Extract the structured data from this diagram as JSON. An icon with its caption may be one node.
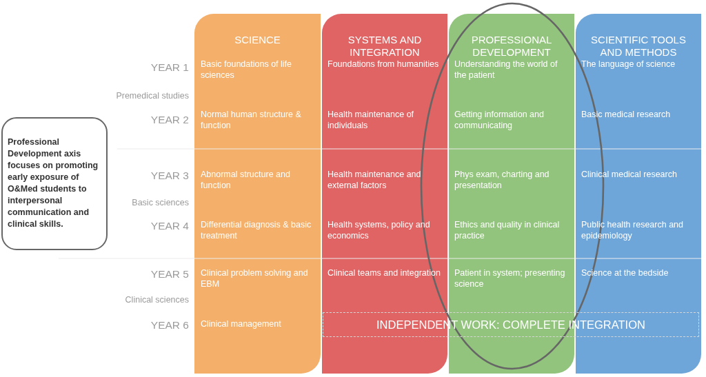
{
  "diagram": {
    "nodes": [
      {
        "text": [
          "SCIENCE",
          "Basic foundations of life sciences",
          "Normal human structure & function",
          "Abnormal structure and function",
          "Differential diagnosis & basic treatment",
          "Clinical problem solving and EBM",
          "Clinical management"
        ]
      },
      {
        "text": [
          "SYSTEMS AND INTEGRATION",
          "Foundations from humanities",
          "Health maintenance of individuals",
          "Health maintenance and external factors",
          "Health systems, policy and economics",
          "Clinical teams and integration"
        ]
      },
      {
        "text": [
          "PROFESSIONAL DEVELOPMENT",
          "Understanding the world of the patient",
          "Getting information and communicating",
          "Phys exam, charting and presentation",
          "Ethics and quality in clinical practice",
          "Patient in system; presenting science"
        ]
      },
      {
        "text": [
          "SCIENTIFIC TOOLS AND METHODS",
          "The language of science",
          "Basic medical research",
          "Clinical medical research",
          "Public health research and epidemiology",
          "Science at the bedside"
        ]
      },
      {
        "text": [
          "Professional Development axis focuses on promoting early exposure of O&Med students to interpersonal communication and clinical skills."
        ]
      },
      {
        "text": [
          "INDEPENDENT WORK: COMPLETE INTEGRATION"
        ]
      }
    ],
    "labels": [
      "YEAR 1",
      "Premedical studies",
      "YEAR 2",
      "YEAR 3",
      "Basic sciences",
      "YEAR 4",
      "YEAR 5",
      "Clinical sciences",
      "YEAR 6"
    ]
  }
}
